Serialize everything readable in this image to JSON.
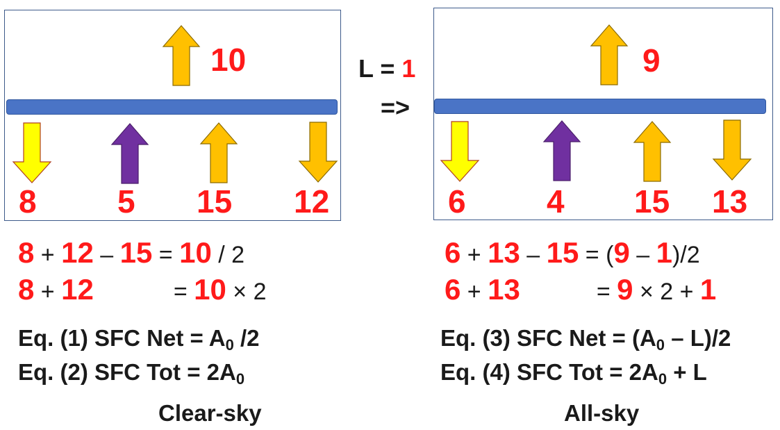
{
  "colors": {
    "red_number": "#ff1a1a",
    "yellow_arrow": "#ffff00",
    "orange_arrow": "#ffc000",
    "purple_arrow": "#7030a0",
    "layer_blue": "#4a74c6",
    "panel_border": "#3d5a8a"
  },
  "left_panel": {
    "top_value": "10",
    "bottom_values": [
      "8",
      "5",
      "15",
      "12"
    ],
    "arrows": [
      {
        "label": "down-arrow-yellow",
        "color": "yellow"
      },
      {
        "label": "up-arrow-purple",
        "color": "purple"
      },
      {
        "label": "up-arrow-orange",
        "color": "orange"
      },
      {
        "label": "down-arrow-orange",
        "color": "orange"
      }
    ]
  },
  "right_panel": {
    "top_value": "9",
    "bottom_values": [
      "6",
      "4",
      "15",
      "13"
    ]
  },
  "middle": {
    "l_label": "L = ",
    "l_value": "1",
    "implies": "=>"
  },
  "left_equations": {
    "line1": {
      "a": "8",
      "plus": " + ",
      "b": "12",
      "minus": " – ",
      "c": "15",
      "eq": " = ",
      "d": "10",
      "tail": " / 2"
    },
    "line2": {
      "a": "8",
      "plus": " + ",
      "b": "12",
      "eq": "= ",
      "d": "10",
      "tail": " × 2"
    }
  },
  "right_equations": {
    "line1": {
      "a": "6",
      "plus": " + ",
      "b": "13",
      "minus": " – ",
      "c": "15",
      "eq": " = (",
      "d": "9",
      "minus2": " – ",
      "e": "1",
      "tail": ")/2"
    },
    "line2": {
      "a": "6",
      "plus": " + ",
      "b": "13",
      "eq": "=  ",
      "d": "9",
      "tail": " × 2 + ",
      "e": "1"
    }
  },
  "formulas": {
    "left1": {
      "prefix": "Eq. (1) SFC Net = A",
      "sub": "0",
      "suffix": " /2"
    },
    "left2": {
      "prefix": "Eq. (2) SFC Tot  = 2A",
      "sub": "0",
      "suffix": ""
    },
    "right1": {
      "prefix": "Eq. (3) SFC Net  = (A",
      "sub": "0",
      "suffix": " – L)/2"
    },
    "right2": {
      "prefix": "Eq. (4)  SFC Tot  = 2A",
      "sub": "0",
      "suffix": " + L"
    }
  },
  "captions": {
    "left": "Clear-sky",
    "right": "All-sky"
  }
}
